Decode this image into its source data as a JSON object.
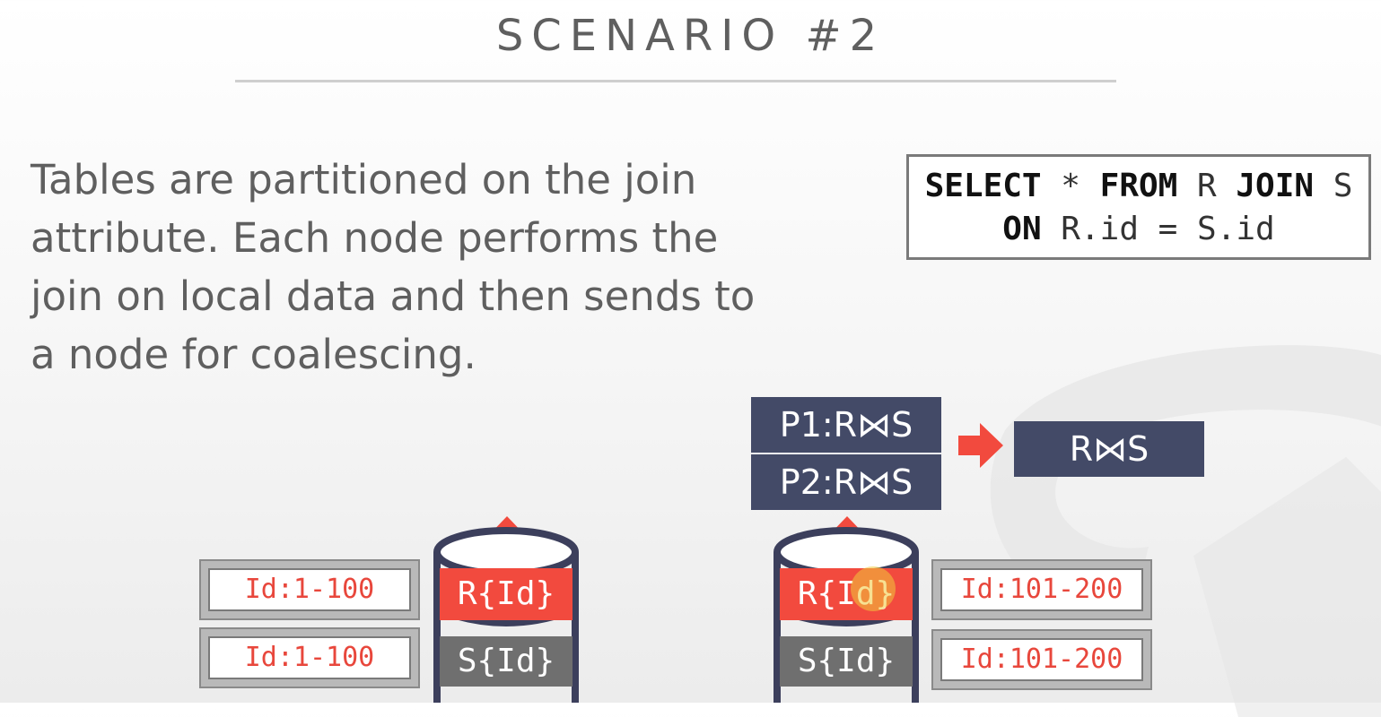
{
  "title": "SCENARIO #2",
  "body_text": [
    "Tables are partitioned on the join",
    "attribute. Each node performs the",
    "join on local data and then sends to",
    "a node for coalescing."
  ],
  "sql": {
    "line1": [
      {
        "text": "SELECT",
        "kw": true
      },
      {
        "text": " * ",
        "kw": false
      },
      {
        "text": "FROM",
        "kw": true
      },
      {
        "text": " R ",
        "kw": false
      },
      {
        "text": "JOIN",
        "kw": true
      },
      {
        "text": " S",
        "kw": false
      }
    ],
    "line2": [
      {
        "text": "ON",
        "kw": true
      },
      {
        "text": " R.id = S.id",
        "kw": false
      }
    ]
  },
  "partial_results": [
    "P1:R⋈S",
    "P2:R⋈S"
  ],
  "final_result": "R⋈S",
  "nodes": [
    {
      "r_label": "R{Id}",
      "s_label": "S{Id}",
      "r_range": "Id:1-100",
      "s_range": "Id:1-100"
    },
    {
      "r_label": "R{Id}",
      "s_label": "S{Id}",
      "r_range": "Id:101-200",
      "s_range": "Id:101-200"
    }
  ],
  "colors": {
    "navy": "#434a67",
    "red": "#f24a3e",
    "gray": "#6f6f6f",
    "cylinder_outline": "#3c3f5c",
    "text_gray": "#5f5f5f"
  }
}
